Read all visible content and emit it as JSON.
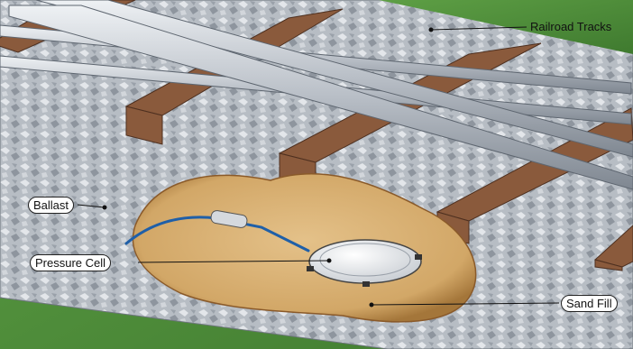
{
  "labels": {
    "railroad_tracks": "Railroad Tracks",
    "ballast": "Ballast",
    "pressure_cell": "Pressure Cell",
    "sand_fill": "Sand Fill"
  },
  "colors": {
    "grass": "#4f8f3a",
    "ballast": "#b9bfc6",
    "tie": "#8a5a3c",
    "rail": "#c9ced4",
    "sand": "#d9b277",
    "cell": "#e6e9ec",
    "cable": "#1f5fa8"
  },
  "icons": [
    "railroad-track-illustration",
    "pressure-cell-disc",
    "cable"
  ]
}
